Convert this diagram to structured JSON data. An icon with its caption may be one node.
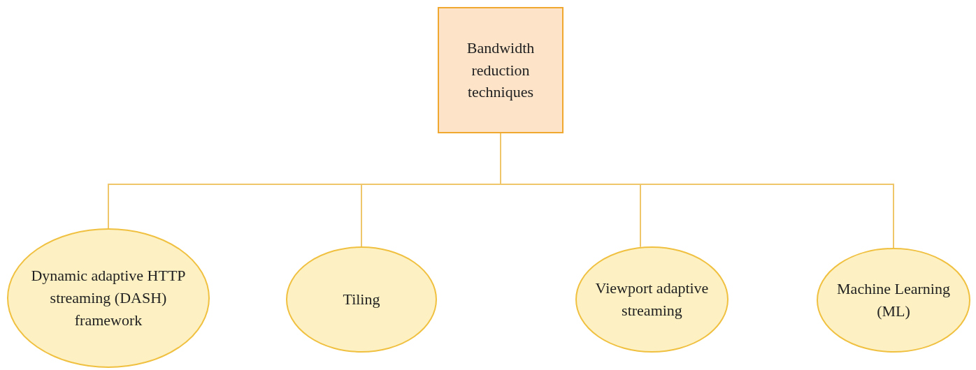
{
  "diagram": {
    "nodes": [
      {
        "text": [
          "Bandwidth reduction techniques"
        ]
      },
      {
        "text": [
          "Dynamic adaptive HTTP streaming (DASH) framework"
        ]
      },
      {
        "text": [
          "Tiling"
        ]
      },
      {
        "text": [
          "Viewport adaptive streaming"
        ]
      },
      {
        "text": [
          "Machine Learning (ML)"
        ]
      }
    ],
    "edges": [
      {
        "from": 0,
        "to": 1,
        "arrow": "none"
      },
      {
        "from": 0,
        "to": 2,
        "arrow": "none"
      },
      {
        "from": 0,
        "to": 3,
        "arrow": "none"
      },
      {
        "from": 0,
        "to": 4,
        "arrow": "none"
      }
    ]
  }
}
